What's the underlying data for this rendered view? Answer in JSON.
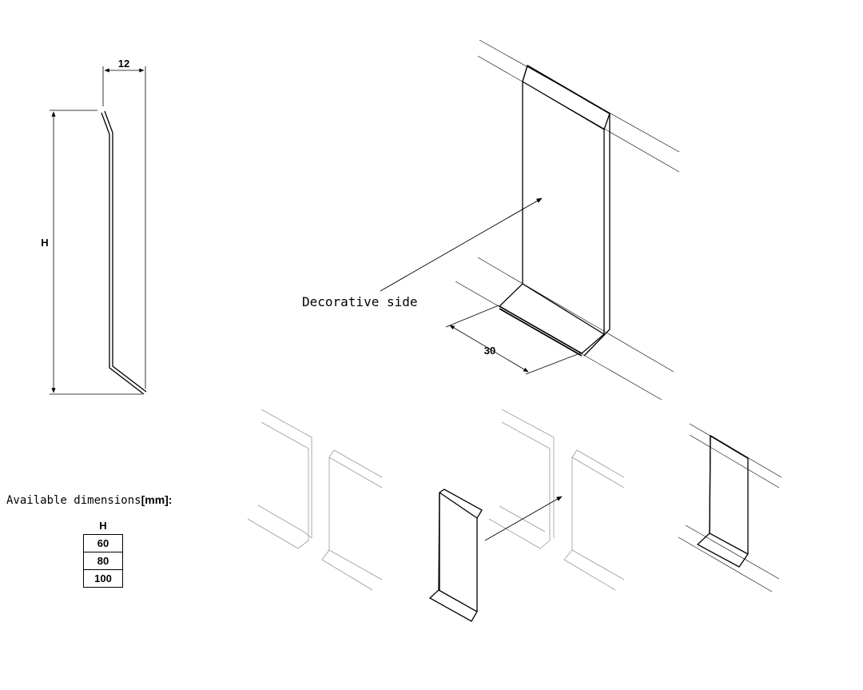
{
  "profile": {
    "dim_width": "12",
    "dim_height": "H"
  },
  "iso_view": {
    "callout": "Decorative side",
    "dim_depth": "30"
  },
  "available": {
    "label": "Available dimensions",
    "unit": "[mm]:",
    "header": "H",
    "values": [
      "60",
      "80",
      "100"
    ]
  }
}
